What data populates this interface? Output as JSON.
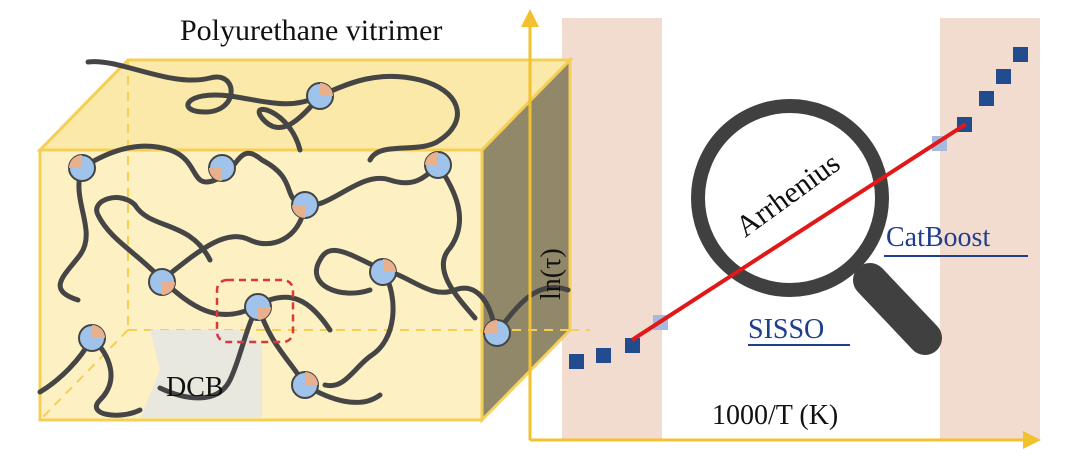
{
  "title": "Polyurethane vitrimer",
  "cube_label": "DCB",
  "y_axis_label": "ln(τ)",
  "x_axis_label": "1000/T (K)",
  "magnifier_label": "Arrhenius",
  "method_labels": {
    "sisso": "SISSO",
    "catboost": "CatBoost"
  },
  "colors": {
    "axis": "#f2c12e",
    "cube_edge": "#f5cf55",
    "cube_fill": "#fdf1c4",
    "band": "#f2dccf",
    "fit_line": "#e01818",
    "data_point": "#234c8f",
    "data_point_light": "#a7b9dc",
    "label_blue": "#1f3f8a",
    "crosslinker": "#9fc3ea",
    "crosslinker_wedge": "#e9b08e"
  },
  "icons": {
    "magnifier": "magnifying-glass-icon",
    "crosslink": "dynamic-bond-node-icon"
  }
}
